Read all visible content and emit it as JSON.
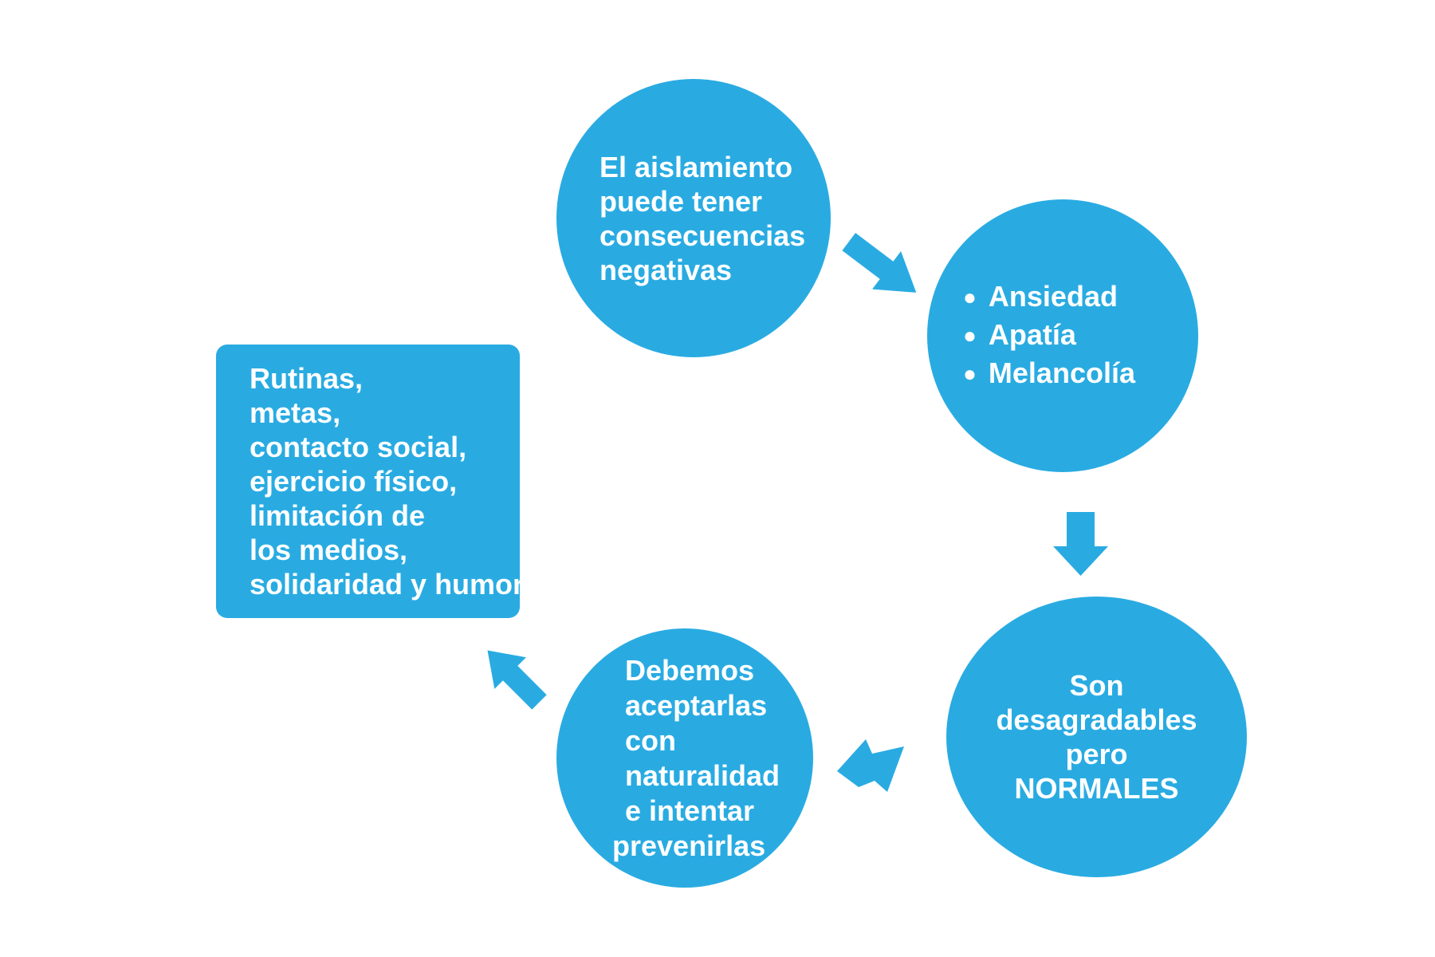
{
  "colors": {
    "shape": "#29ABE2",
    "text": "#FFFFFF",
    "background": "#FFFFFF"
  },
  "diagram": {
    "isolation": {
      "lines": [
        "El aislamiento",
        "puede tener",
        "consecuencias",
        "negativas"
      ]
    },
    "symptoms": {
      "bullet": "●",
      "items": [
        "Ansiedad",
        "Apatía",
        "Melancolía"
      ]
    },
    "normales": {
      "lines": [
        "Son",
        "desagradables",
        "pero",
        "NORMALES"
      ]
    },
    "acceptance": {
      "lines": [
        "Debemos",
        "aceptarlas",
        "con",
        "naturalidad",
        "e intentar",
        "prevenirlas"
      ]
    },
    "strategies": {
      "lines": [
        "Rutinas,",
        "metas,",
        "contacto social,",
        "ejercicio físico,",
        "limitación de",
        "los medios,",
        "solidaridad y humor"
      ]
    },
    "arrows": [
      {
        "id": "isolation-to-symptoms",
        "direction": "down-right"
      },
      {
        "id": "symptoms-to-normales",
        "direction": "down"
      },
      {
        "id": "normales-to-acceptance",
        "direction": "left"
      },
      {
        "id": "acceptance-to-strategies",
        "direction": "up-left"
      }
    ]
  }
}
